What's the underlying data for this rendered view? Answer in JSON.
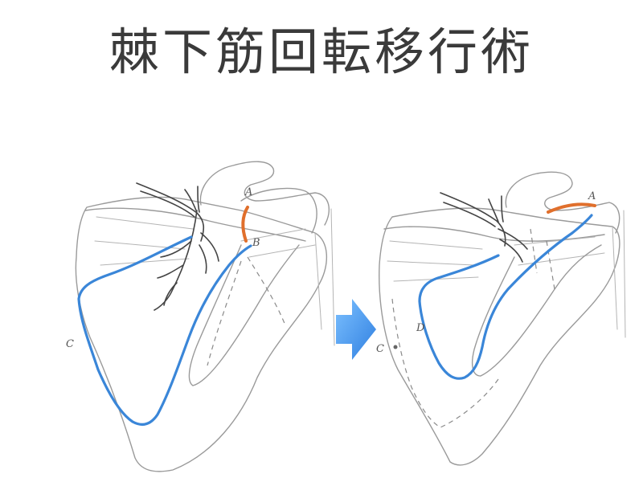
{
  "title": "棘下筋回転移行術",
  "colors": {
    "muscle_outline": "#3a86d8",
    "tendon": "#e06f2c",
    "arrow": "#3b8fe8",
    "sketch": "#9a9a9a"
  },
  "labels": {
    "left": {
      "a": "A",
      "b": "B",
      "c": "C"
    },
    "right": {
      "a": "A",
      "c": "C",
      "d": "D"
    }
  },
  "icons": {
    "arrow": "right-arrow-icon"
  }
}
